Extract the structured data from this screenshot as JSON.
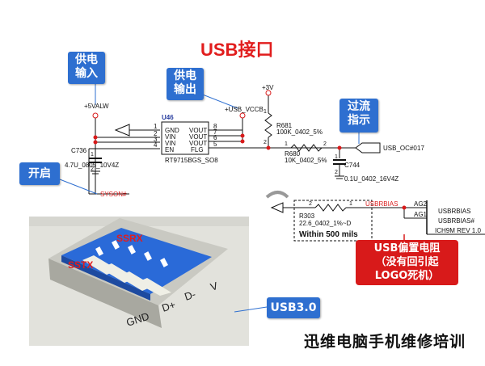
{
  "title": "USB接口",
  "callouts": {
    "power_in": [
      "供电",
      "输入"
    ],
    "power_out": [
      "供电",
      "输出"
    ],
    "enable": "开启",
    "overcurrent": [
      "过流",
      "指示"
    ],
    "usb3": "USB3.0"
  },
  "schematic": {
    "chip": "U46",
    "chip_part": "RT9715BGS_SO8",
    "pins_left": [
      "GND",
      "VIN",
      "VIN",
      "EN"
    ],
    "pins_right": [
      "VOUT",
      "VOUT",
      "VOUT",
      "FLG"
    ],
    "pin_numbers_left": [
      "1",
      "2",
      "3",
      "4"
    ],
    "pin_numbers_right": [
      "8",
      "7",
      "6",
      "5"
    ],
    "net_5valw": "+5VALW",
    "net_usb_vccb": "+USB_VCCB",
    "net_3v": "+3V",
    "net_syson": "SYSON#",
    "net_usb_oc": "USB_OC#0",
    "usb_oc_page": "17",
    "c736": "C736",
    "c736_value": "4.7U_0805_10V4Z",
    "r681": "R681",
    "r681_value": "100K_0402_5%",
    "r680": "R680",
    "r680_value": "10K_0402_5%",
    "c744": "C744",
    "c744_value": "0.1U_0402_16V4Z",
    "r303": "R303",
    "r303_value": "22.6_0402_1%~D",
    "net_usbrbias": "USBRBIAS",
    "ag2": "AG2",
    "ag1": "AG1",
    "pin_usbrbias": "USBRBIAS",
    "pin_usbrbias_n": "USBRBIAS#",
    "ich": "ICH9M REV 1.0",
    "within": "Within 500 mils",
    "num_1": "1",
    "num_2": "2"
  },
  "photo": {
    "labels": {
      "ssrx": "SSRX",
      "sstx": "SSTX",
      "gnd": "GND",
      "dplus": "D+",
      "dminus": "D-",
      "vbus": "V"
    }
  },
  "usb_bias_note": [
    "USB偏置电阻",
    "（没有回引起",
    "LOGO死机）"
  ],
  "footer": "迅维电脑手机维修培训",
  "colors": {
    "title_red": "#e11d1d",
    "callout_blue": "#2e6fd0",
    "wire": "#111111",
    "node_red": "#d81a1a",
    "connector_blue": "#2a6ad8"
  }
}
